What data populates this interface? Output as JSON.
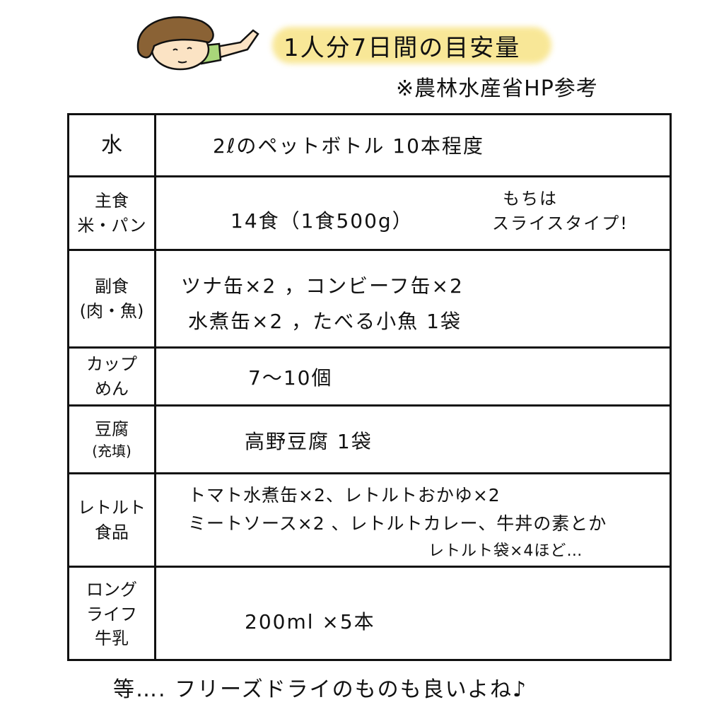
{
  "title": "1人分7日間の目安量",
  "note": "※農林水産省HP参考",
  "rows": [
    {
      "label": [
        "水"
      ],
      "lines": [
        "2ℓのペットボトル 10本程度"
      ]
    },
    {
      "label": [
        "主食",
        "米・パン"
      ],
      "lines": [
        "14食（1食500g）"
      ],
      "aside": [
        "もちは",
        "スライスタイプ!"
      ]
    },
    {
      "label": [
        "副食",
        "(肉・魚)"
      ],
      "lines": [
        "ツナ缶×2 ，コンビーフ缶×2",
        "水煮缶×2 ，たべる小魚 1袋"
      ]
    },
    {
      "label": [
        "カップ",
        "めん"
      ],
      "lines": [
        "7〜10個"
      ]
    },
    {
      "label": [
        "豆腐",
        "(充填)"
      ],
      "lines": [
        "高野豆腐 1袋"
      ]
    },
    {
      "label": [
        "レトルト",
        "食品"
      ],
      "lines": [
        "トマト水煮缶×2、レトルトおかゆ×2",
        "ミートソース×2 、レトルトカレー、牛丼の素とか",
        "レトルト袋×4ほど…"
      ]
    },
    {
      "label": [
        "ロング",
        "ライフ",
        "牛乳"
      ],
      "lines": [
        "200ml ×5本"
      ]
    }
  ],
  "footer": "等…. フリーズドライのものも良いよね♪",
  "colors": {
    "highlight": "#f8e58c",
    "hair": "#8a6235",
    "skin": "#fbe3c4",
    "sleeve": "#a9d67a"
  }
}
